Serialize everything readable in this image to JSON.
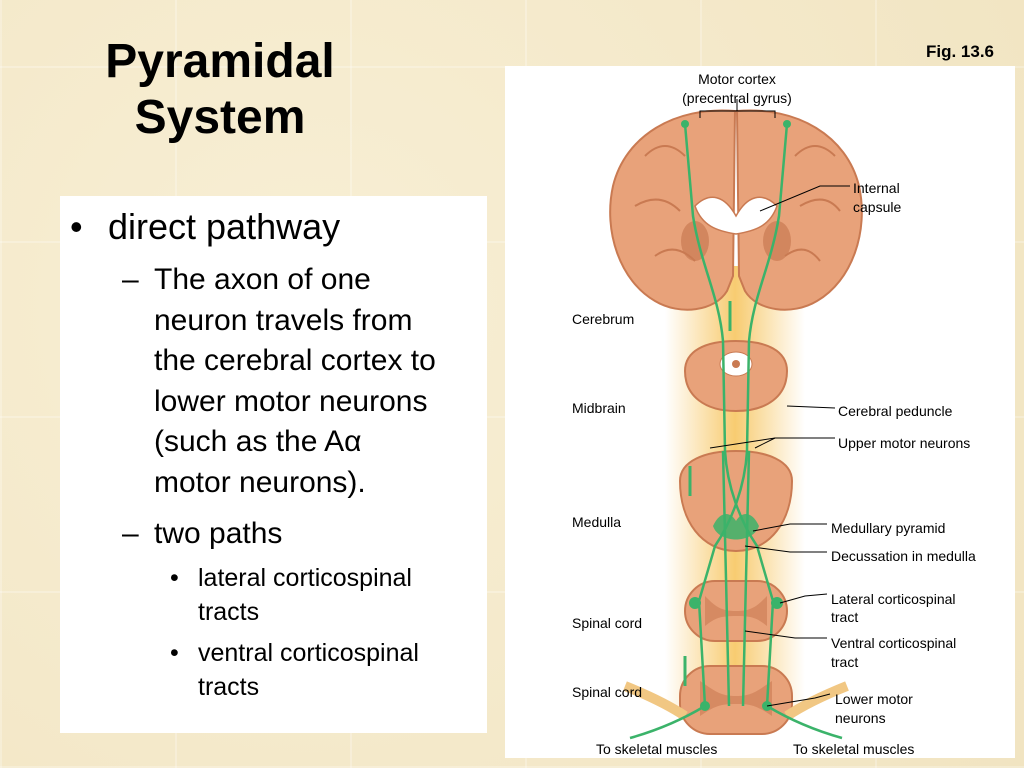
{
  "slide": {
    "title_line1": "Pyramidal",
    "title_line2": "System",
    "fig_ref": "Fig. 13.6"
  },
  "content": {
    "bullet_symbol": "•",
    "dash_symbol": "–",
    "bullet1": "direct pathway",
    "sub1_lines": [
      "The axon of one",
      "neuron travels from",
      "the cerebral cortex to",
      "lower motor neurons",
      "(such as the Aα",
      "motor neurons)."
    ],
    "sub2": "two paths",
    "sub2_items": [
      [
        "lateral corticospinal",
        "tracts"
      ],
      [
        "ventral corticospinal",
        "tracts"
      ]
    ]
  },
  "figure": {
    "labels": {
      "motor_cortex_1": "Motor cortex",
      "motor_cortex_2": "(precentral gyrus)",
      "internal_capsule_1": "Internal",
      "internal_capsule_2": "capsule",
      "cerebrum": "Cerebrum",
      "midbrain": "Midbrain",
      "cerebral_peduncle": "Cerebral peduncle",
      "upper_motor_neurons": "Upper motor neurons",
      "medulla": "Medulla",
      "medullary_pyramid": "Medullary pyramid",
      "decussation": "Decussation in medulla",
      "lateral_cst_1": "Lateral corticospinal",
      "lateral_cst_2": "tract",
      "ventral_cst_1": "Ventral corticospinal",
      "ventral_cst_2": "tract",
      "spinal_cord_1": "Spinal cord",
      "spinal_cord_2": "Spinal cord",
      "lower_motor_1": "Lower motor",
      "lower_motor_2": "neurons",
      "skeletal_left": "To skeletal muscles",
      "skeletal_right": "To skeletal muscles"
    },
    "colors": {
      "tract": "#3bb36a",
      "tissue": "#e8a27a",
      "tissue_dark": "#c97a52",
      "glow": "#f7c96a"
    }
  }
}
